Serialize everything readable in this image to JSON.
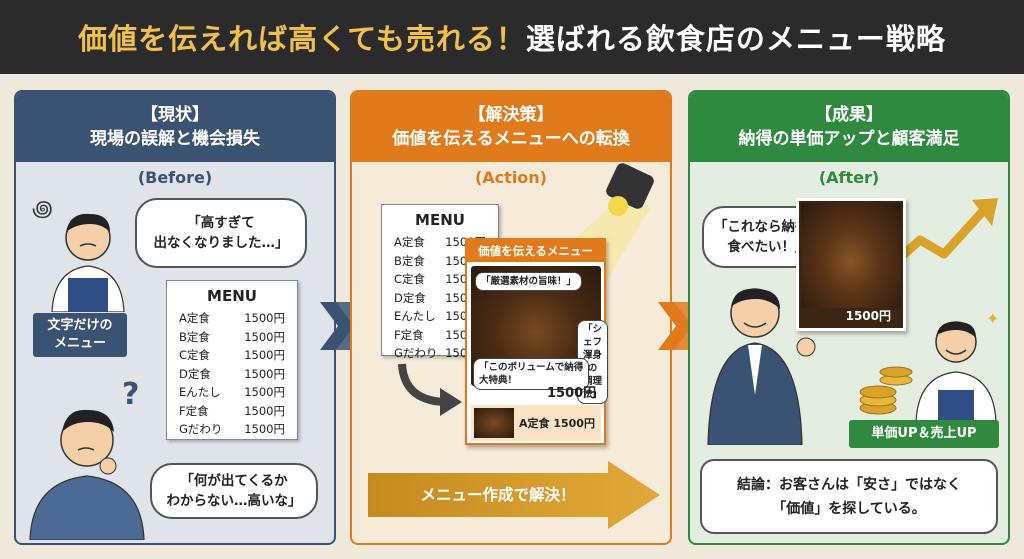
{
  "header": {
    "title_highlight": "価値を伝えれば高くても売れる！",
    "title_rest": "選ばれる飲食店のメニュー戦略"
  },
  "panels": {
    "before": {
      "tag": "【現状】",
      "heading": "現場の誤解と機会損失",
      "sub": "(Before)",
      "bubble1": "「高すぎて\n出なくなりました…」",
      "label": "文字だけの\nメニュー",
      "bubble2": "「何が出てくるか\nわからない…高いな」",
      "menu": {
        "title": "MENU",
        "items": [
          {
            "name": "A定食",
            "price": "1500円"
          },
          {
            "name": "B定食",
            "price": "1500円"
          },
          {
            "name": "C定食",
            "price": "1500円"
          },
          {
            "name": "D定食",
            "price": "1500円"
          },
          {
            "name": "Eんたし",
            "price": "1500円"
          },
          {
            "name": "F定食",
            "price": "1500円"
          },
          {
            "name": "Gだわり",
            "price": "1500円"
          }
        ]
      }
    },
    "action": {
      "tag": "【解決策】",
      "heading": "価値を伝えるメニューへの転換",
      "sub": "(Action)",
      "menu": {
        "title": "MENU",
        "items": [
          {
            "name": "A定食",
            "price": "1500円"
          },
          {
            "name": "B定食",
            "price": "1500円"
          },
          {
            "name": "C定食",
            "price": "1500円"
          },
          {
            "name": "D定食",
            "price": "1500円"
          },
          {
            "name": "Eんたし",
            "price": "1500円"
          },
          {
            "name": "F定食",
            "price": "1500円"
          },
          {
            "name": "Gだわり",
            "price": "1500円"
          }
        ]
      },
      "card": {
        "title": "価値を伝えるメニュー",
        "tag1": "「厳選素材の旨味！」",
        "tag2": "「シェフ渾身の\n調理法」",
        "tag3": "「このボリュームで納得\n大特典！",
        "price": "1500円",
        "bottom": "A定食 1500円"
      },
      "banner": "メニュー作成で解決！"
    },
    "after": {
      "tag": "【成果】",
      "heading": "納得の単価アップと顧客満足",
      "sub": "(After)",
      "bubble": "「これなら納得！\n食べたい！」",
      "photo_price": "1500円",
      "label": "単価UP＆売上UP",
      "conclusion": "結論：お客さんは「安さ」ではなく\n「価値」を探している。"
    }
  },
  "colors": {
    "before": "#3b5373",
    "action": "#e07a1a",
    "after": "#2f8a40",
    "header": "#2b2b2b",
    "highlight": "#f0c04a"
  }
}
